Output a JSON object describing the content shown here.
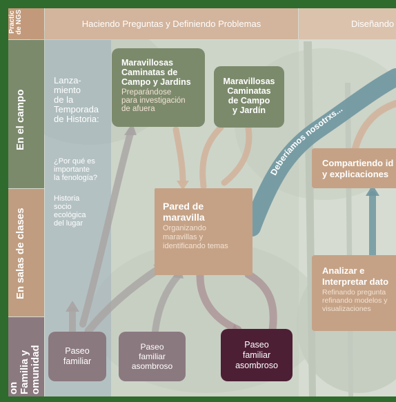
{
  "header": {
    "corner": "Practic\nde NGS",
    "practice_1": "Haciendo Preguntas y Definiendo Problemas",
    "practice_2": "Diseñando"
  },
  "rows": {
    "row1": "En el campo",
    "row2": "En salas de clases",
    "row3": "on Familia y\nomunidad"
  },
  "sidebar": {
    "launch": "Lanza-\nmiento\nde la\nTemporada\nde Historia:",
    "question": "¿Por qué es\nimportante\nla fenología?",
    "history": "Historia\nsocio\necológica\ndel lugar"
  },
  "boxes": {
    "walks1_title": "Maravillosas\nCaminatas de\nCampo y Jardins",
    "walks1_sub": "Preparándose\npara investigación\nde afuera",
    "walks2_title": "Maravillosas\nCaminatas\nde Campo\ny Jardín",
    "wall_title": "Pared de\nmaravilla",
    "wall_sub": "Organizando\nmaravillas y\nidentificando temas",
    "share_title": "Compartiendo id\ny explicaciones",
    "analyze_title": "Analizar e\nInterpretar dato",
    "analyze_sub": "Refinando pregunta\nrefinando modelos y\nvisualizaciones",
    "family_walk": "Paseo\nfamiliar",
    "wonder_walk_1": "Paseo\nfamiliar\nasombroso",
    "wonder_walk_2": "Paseo\nfamiliar\nasombroso"
  },
  "arrow_label": "Deberíamos nosotrxs...",
  "colors": {
    "frame": "#2e6b2c",
    "field_green": "#7c8a6c",
    "tan": "#c5a286",
    "mauve": "#8b7980",
    "dark_plum": "#4d1f35",
    "teal_arrow": "#6f96a0"
  }
}
